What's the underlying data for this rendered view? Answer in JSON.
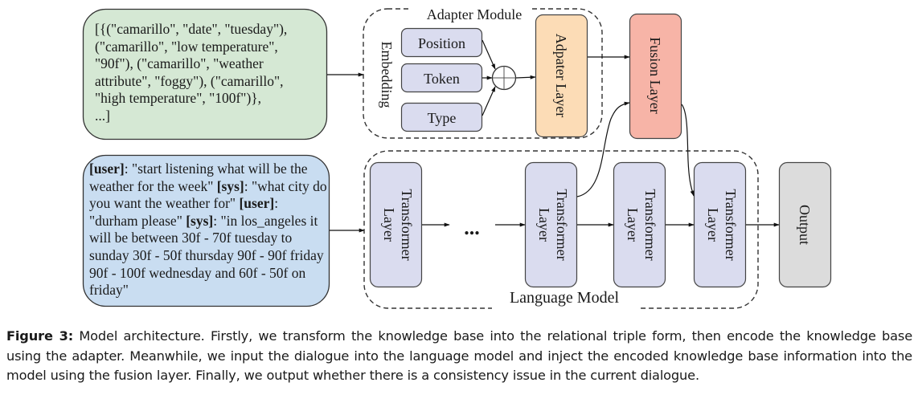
{
  "figure": {
    "knowledge_base": {
      "lines": [
        "[{(\"camarillo\", \"date\", \"tuesday\"),",
        "(\"camarillo\", \"low temperature\",",
        "\"90f\"), (\"camarillo\", \"weather",
        "attribute\", \"foggy\"), (\"camarillo\",",
        "\"high temperature\", \"100f\")},",
        "...]"
      ],
      "fill_color": "#d5e8d4"
    },
    "dialogue": {
      "segments": [
        {
          "speaker": "[user]",
          "text": ": \"start listening what will be the  weather for the week\"  "
        },
        {
          "speaker": "[sys]",
          "text": ": \"what city do you want the weather for\"  "
        },
        {
          "speaker": "[user]",
          "text": ": \"durham please\" "
        },
        {
          "speaker": "[sys]",
          "text": ": \"in los_angeles it will be between 30f - 70f tuesday to sunday 30f - 50f thursday 90f - 90f friday 90f - 100f wednesday and 60f - 50f on friday\""
        }
      ],
      "fill_color": "#c9ddf1"
    },
    "adapter_module": {
      "title": "Adapter Module",
      "embedding_label": "Embedding",
      "embeddings": [
        "Position",
        "Token",
        "Type"
      ],
      "combine_symbol": "sum",
      "adapter_layer_label": "Adpater Layer",
      "embedding_fill": "#dadcef",
      "adapter_fill": "#fcdcb6"
    },
    "fusion_layer": {
      "label": "Fusion Layer",
      "fill_color": "#f7b4a7"
    },
    "language_model": {
      "title": "Language Model",
      "layers": [
        {
          "line1": "Transformer",
          "line2": "Layer"
        },
        {
          "line1": "Transformer",
          "line2": "Layer"
        },
        {
          "line1": "Transformer",
          "line2": "Layer"
        },
        {
          "line1": "Transformer",
          "line2": "Layer"
        }
      ],
      "ellipsis": "...",
      "layer_fill": "#dadcef"
    },
    "output": {
      "label": "Output",
      "fill_color": "#dcdcdc"
    }
  },
  "caption": {
    "label": "Figure 3:",
    "text": "Model architecture. Firstly, we transform the knowledge base into the relational triple form, then encode the knowledge base using the adapter. Meanwhile, we input the dialogue into the language model and inject the encoded knowledge base information into the model using the fusion layer. Finally, we output whether there is a consistency issue in the current dialogue."
  }
}
